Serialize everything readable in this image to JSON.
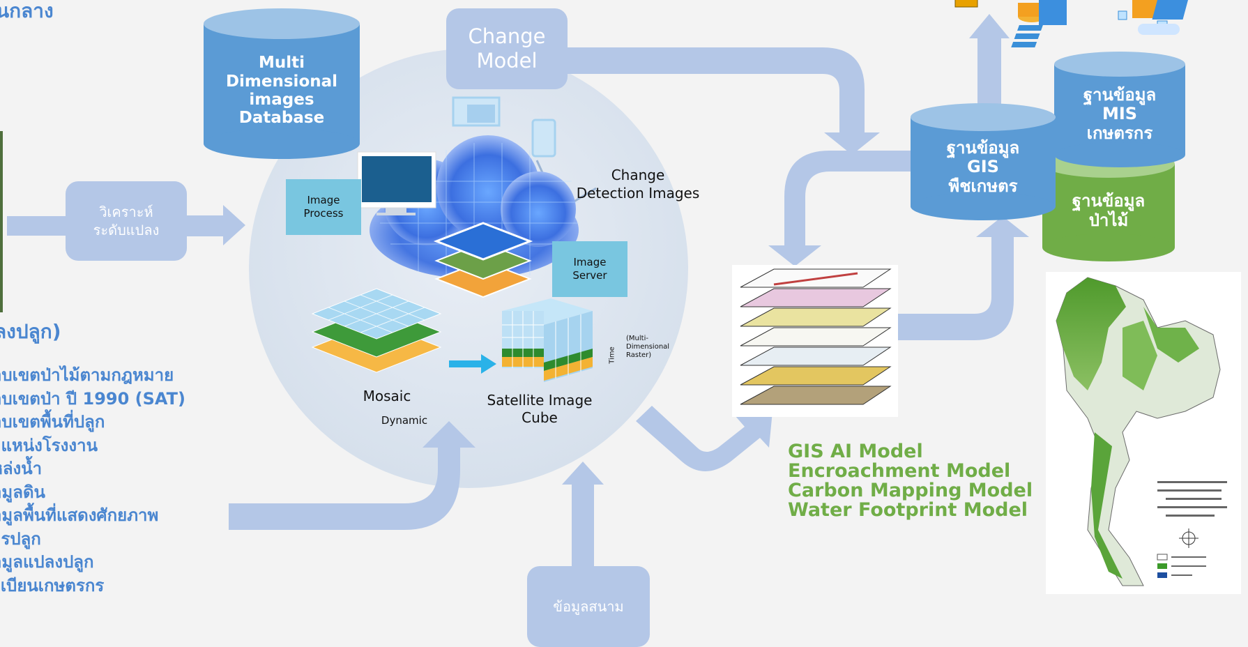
{
  "header_fragment": "นกลาง",
  "left_subtitle": "ลงปลูก)",
  "left_list": [
    "อบเขตป่าไม้ตามกฎหมาย",
    "อบเขตป่า ปี 1990 (SAT)",
    "อบเขตพื้นที่ปลูก",
    "าแหน่งโรงงาน",
    "หล่งน้ำ",
    "อมูลดิน",
    "อมูลพื้นที่แสดงศักยภาพ",
    "ารปลูก",
    "อมูลแปลงปลูก",
    "ะเบียนเกษตรกร"
  ],
  "pills": {
    "analyze": "วิเคราะห์\nระดับแปลง",
    "change_model": "Change\nModel",
    "field_data": "ข้อมูลสนาม"
  },
  "cylinders": {
    "multi_db": "Multi\nDimensional\nimages\nDatabase",
    "gis_db": "ฐานข้อมูล\nGIS\nพืชเกษตร",
    "mis_db": "ฐานข้อมูล\nMIS\nเกษตรกร",
    "forest_db": "ฐานข้อมูล\nป่าไม้"
  },
  "center": {
    "image_process": "Image\nProcess",
    "image_server": "Image\nServer",
    "change_detection": "Change\nDetection Images",
    "mosaic": "Mosaic",
    "dynamic": "Dynamic",
    "cube": "Satellite Image\nCube",
    "time": "Time",
    "multi_raster": "(Multi-\nDimensional\nRaster)"
  },
  "models": [
    "GIS AI Model",
    "Encroachment Model",
    "Carbon Mapping Model",
    "Water Footprint Model"
  ],
  "colors": {
    "arrow": "#b4c7e7",
    "cylinder_blue": "#5b9bd5",
    "cylinder_green": "#70ad47",
    "accent_blue_text": "#4a86d0",
    "model_green": "#70ad47",
    "image_box": "#79c6e0"
  }
}
